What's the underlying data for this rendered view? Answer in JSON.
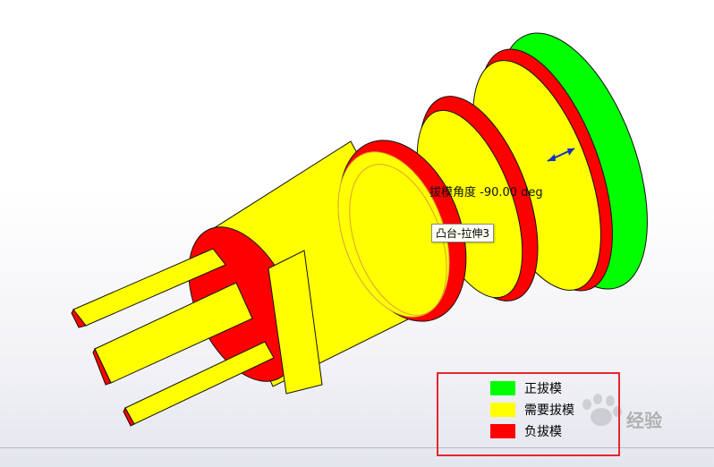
{
  "draft_angle_label": "拔模角度 -90.00 deg",
  "feature_tooltip": "凸台-拉伸3",
  "legend": {
    "items": [
      {
        "label": "正拔模",
        "color": "#00ff00"
      },
      {
        "label": "需要拔模",
        "color": "#ffff00"
      },
      {
        "label": "负拔模",
        "color": "#ff0000"
      }
    ]
  },
  "watermark_text": "经验",
  "colors": {
    "positive": "#00ff00",
    "required": "#ffff00",
    "negative": "#ff0000",
    "annotation_frame": "#e6262c"
  }
}
